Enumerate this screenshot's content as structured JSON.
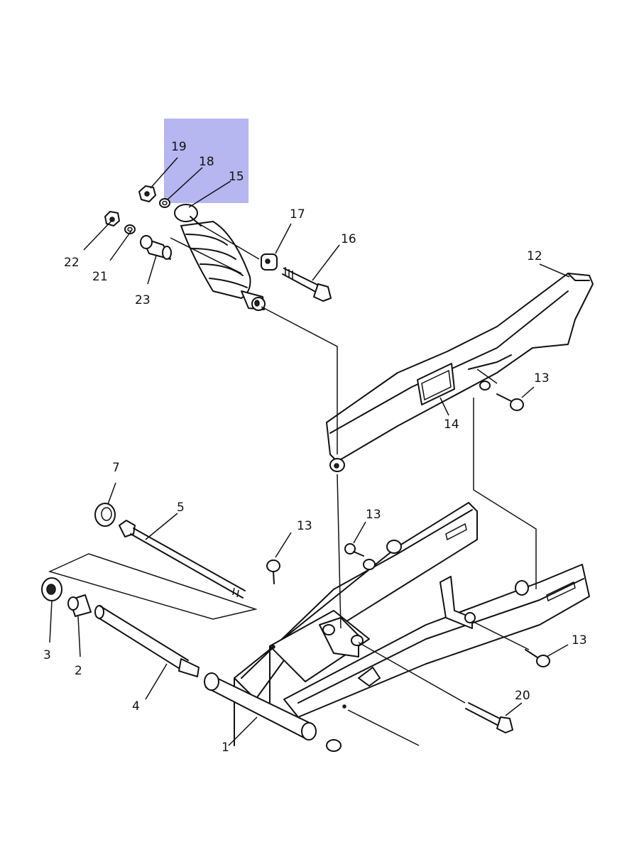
{
  "highlight_color": "#a9a9ef",
  "line_color": "#111111",
  "background": "#ffffff",
  "labels": {
    "p1": "1",
    "p2": "2",
    "p3": "3",
    "p4": "4",
    "p5": "5",
    "p7": "7",
    "p12": "12",
    "p13a": "13",
    "p13b": "13",
    "p13c": "13",
    "p13d": "13",
    "p14": "14",
    "p15": "15",
    "p16": "16",
    "p17": "17",
    "p18": "18",
    "p19": "19",
    "p20": "20",
    "p21": "21",
    "p22": "22",
    "p23": "23"
  },
  "highlighted_parts": [
    "19",
    "18",
    "15"
  ]
}
